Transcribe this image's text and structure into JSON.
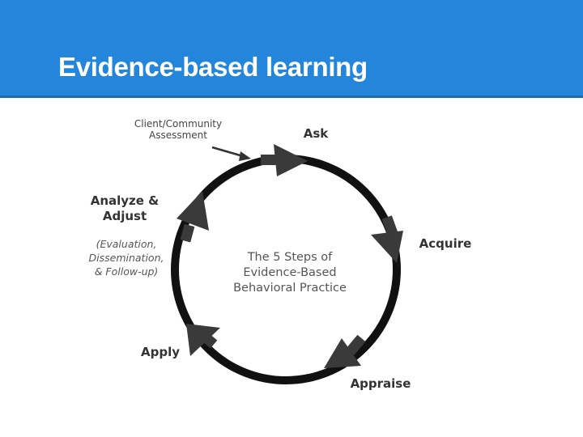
{
  "header": {
    "title": "Evidence-based learning"
  },
  "diagram": {
    "center_lines": [
      "The 5 Steps of",
      "Evidence-Based",
      "Behavioral Practice"
    ],
    "input_label_lines": [
      "Client/Community",
      "Assessment"
    ],
    "steps": [
      {
        "label": "Ask"
      },
      {
        "label": "Acquire"
      },
      {
        "label": "Appraise"
      },
      {
        "label": "Apply"
      },
      {
        "label": "Analyze & Adjust",
        "label_lines": [
          "Analyze &",
          "Adjust"
        ],
        "sub_lines": [
          "(Evaluation,",
          "Dissemination,",
          "& Follow-up)"
        ]
      }
    ],
    "colors": {
      "ring": "#111111",
      "arrow": "#3a3a3a",
      "header": "#2386da"
    }
  }
}
